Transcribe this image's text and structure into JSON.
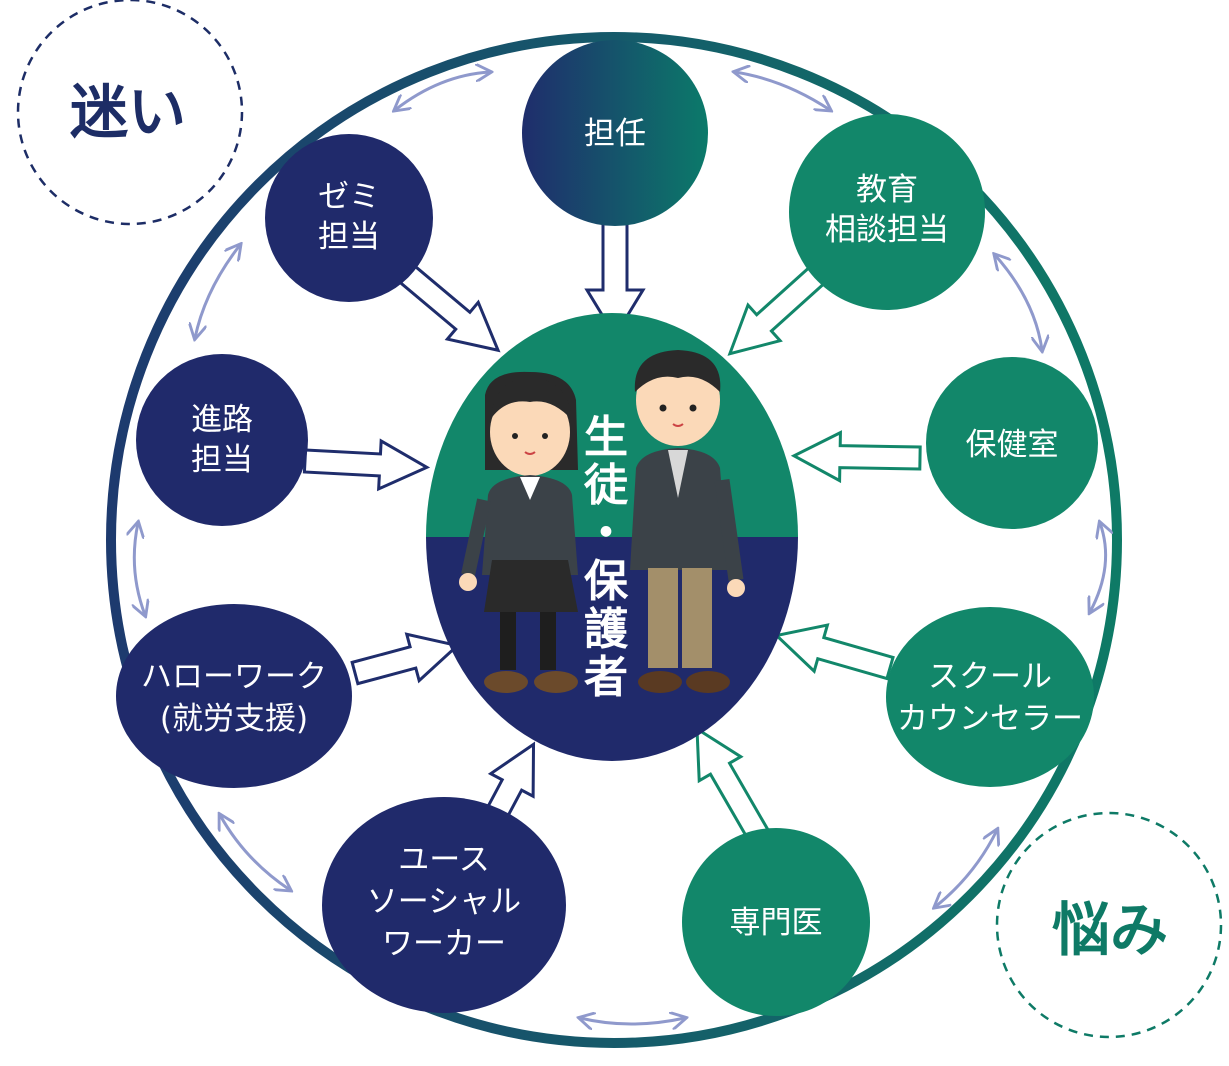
{
  "colors": {
    "navy": "#202a6b",
    "teal": "#12876a",
    "connector": "#8f99cc",
    "ring_left": "#1d3a6e",
    "ring_right": "#0e7a66"
  },
  "top_node": {
    "label": "担任"
  },
  "nodes": [
    {
      "id": "zemi",
      "lines": [
        "ゼミ",
        "担当"
      ]
    },
    {
      "id": "kyoiku",
      "lines": [
        "教育",
        "相談担当"
      ]
    },
    {
      "id": "shinro",
      "lines": [
        "進路",
        "担当"
      ]
    },
    {
      "id": "hokenshitsu",
      "lines": [
        "保健室"
      ]
    },
    {
      "id": "hellowork",
      "lines": [
        "ハローワーク",
        "(就労支援)"
      ]
    },
    {
      "id": "counselor",
      "lines": [
        "スクール",
        "カウンセラー"
      ]
    },
    {
      "id": "youth",
      "lines": [
        "ユース",
        "ソーシャル",
        "ワーカー"
      ]
    },
    {
      "id": "senmoni",
      "lines": [
        "専門医"
      ]
    }
  ],
  "center": {
    "lines": [
      "生",
      "徒",
      "・",
      "保",
      "護",
      "者"
    ]
  },
  "corners": {
    "top_left": "迷い",
    "bottom_right": "悩み"
  }
}
